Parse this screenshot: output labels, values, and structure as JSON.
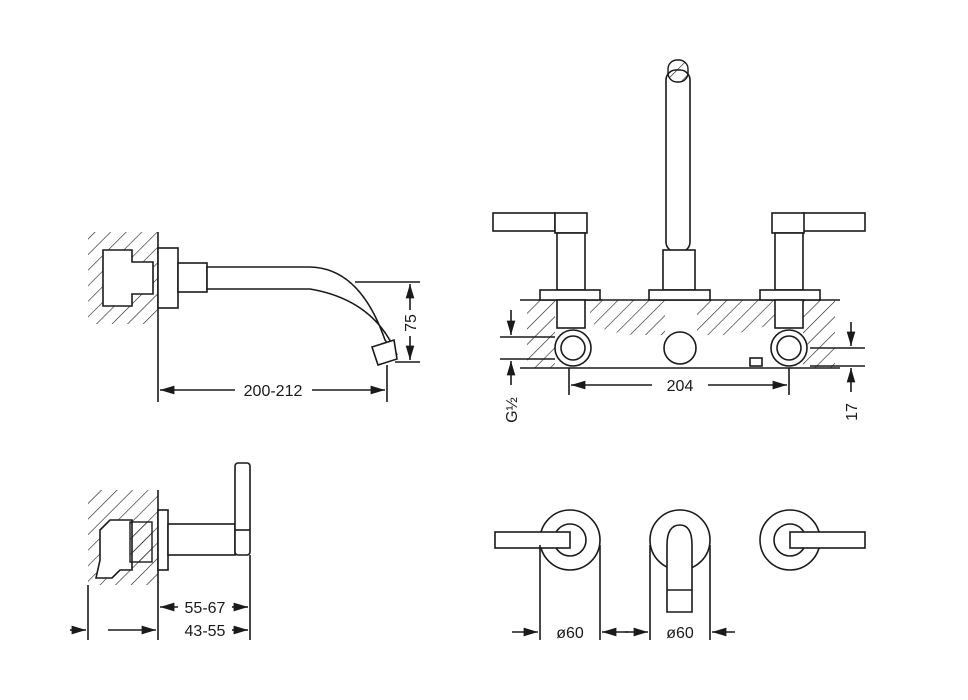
{
  "drawing": {
    "side_view_spout": {
      "length_label": "200-212",
      "drop_label": "75"
    },
    "front_view": {
      "centers_label": "204",
      "thread_label": "G½",
      "depth_label": "17"
    },
    "side_view_handle": {
      "outer_label": "55-67",
      "inner_label": "43-55"
    },
    "top_view": {
      "left_diameter_label": "ø60",
      "middle_diameter_label": "ø60"
    }
  }
}
